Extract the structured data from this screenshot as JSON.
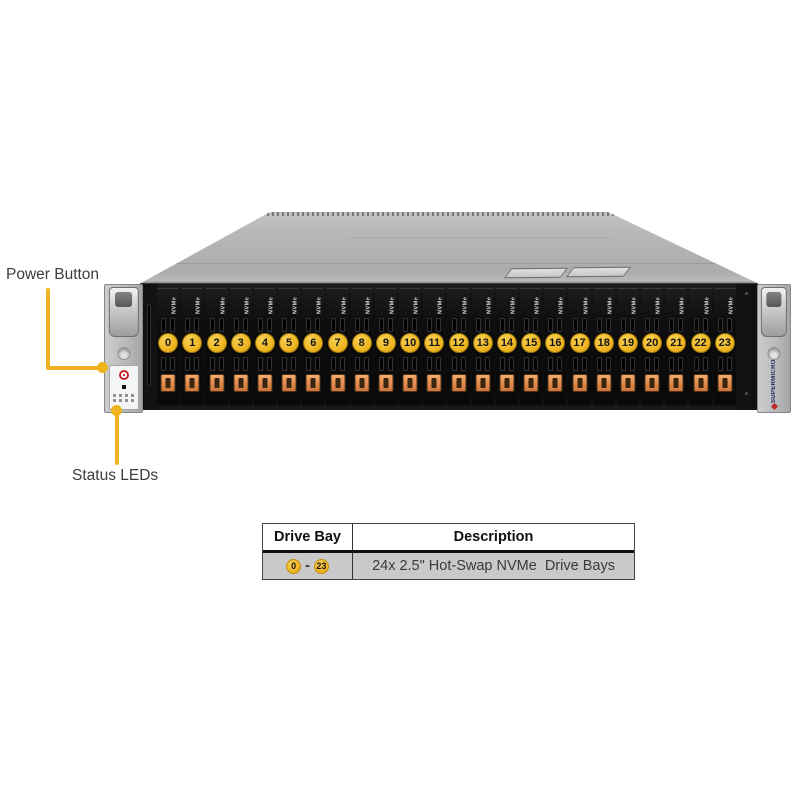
{
  "callouts": {
    "power_button": {
      "label": "Power Button"
    },
    "status_leds": {
      "label": "Status LEDs"
    }
  },
  "server": {
    "drive_label": "NVMe",
    "brand_vertical": "SUPERMICRO",
    "bays": [
      "0",
      "1",
      "2",
      "3",
      "4",
      "5",
      "6",
      "7",
      "8",
      "9",
      "10",
      "11",
      "12",
      "13",
      "14",
      "15",
      "16",
      "17",
      "18",
      "19",
      "20",
      "21",
      "22",
      "23"
    ]
  },
  "table": {
    "headers": {
      "drive_bay": "Drive Bay",
      "description": "Description"
    },
    "row": {
      "bay_from": "0",
      "separator": "-",
      "bay_to": "23",
      "description": "24x 2.5\" Hot-Swap NVMe  Drive Bays"
    }
  },
  "colors": {
    "callout_yellow": "#EEB41D",
    "bay_number_yellow": "#EFB622",
    "latch_orange": "#E08A4E",
    "table_row_gray": "#C9C9C9",
    "brand_red": "#C0272D",
    "power_button_red": "#C2282B"
  }
}
